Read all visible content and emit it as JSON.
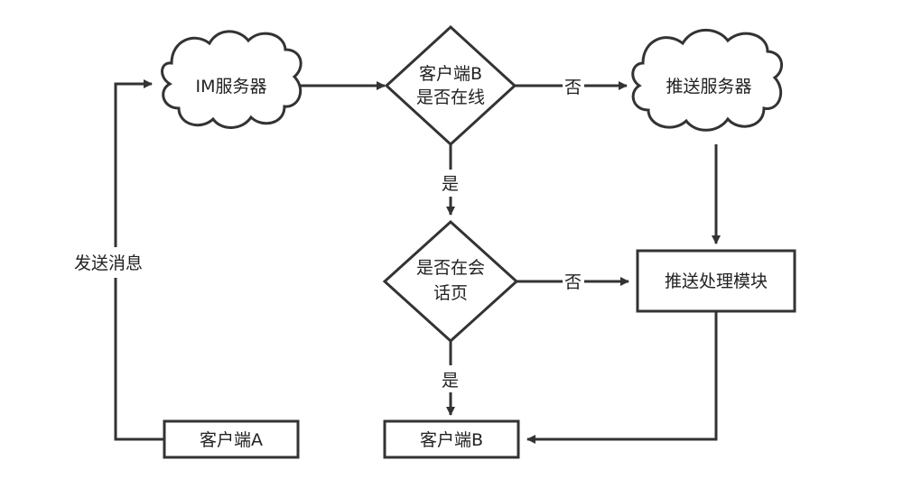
{
  "nodes": {
    "im_server": "IM服务器",
    "client_b_online_line1": "客户端B",
    "client_b_online_line2": "是否在线",
    "push_server": "推送服务器",
    "in_session_line1": "是否在会",
    "in_session_line2": "话页",
    "push_module": "推送处理模块",
    "client_a": "客户端A",
    "client_b": "客户端B"
  },
  "edges": {
    "send_message": "发送消息",
    "online_no": "否",
    "online_yes": "是",
    "session_no": "否",
    "session_yes": "是"
  }
}
